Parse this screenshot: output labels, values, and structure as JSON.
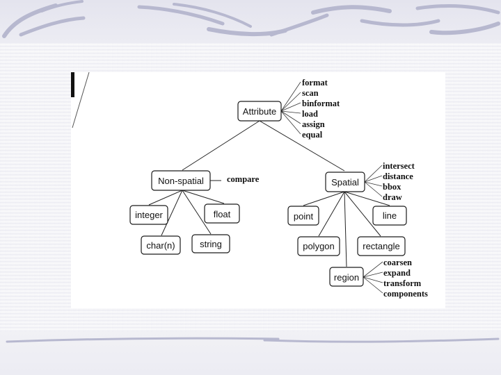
{
  "diagram": {
    "nodes": {
      "attribute": "Attribute",
      "non_spatial": "Non-spatial",
      "spatial": "Spatial",
      "integer": "integer",
      "float": "float",
      "char_n": "char(n)",
      "string": "string",
      "point": "point",
      "line": "line",
      "polygon": "polygon",
      "rectangle": "rectangle",
      "region": "region"
    },
    "methods": {
      "attribute": [
        "format",
        "scan",
        "binformat",
        "load",
        "assign",
        "equal"
      ],
      "non_spatial": [
        "compare"
      ],
      "spatial": [
        "intersect",
        "distance",
        "bbox",
        "draw"
      ],
      "region": [
        "coarsen",
        "expand",
        "transform",
        "components"
      ]
    }
  },
  "colors": {
    "slide_background": "#f1f1f5",
    "decor_stroke": "#b7b8cf",
    "panel": "#ffffff",
    "ink": "#111111"
  }
}
